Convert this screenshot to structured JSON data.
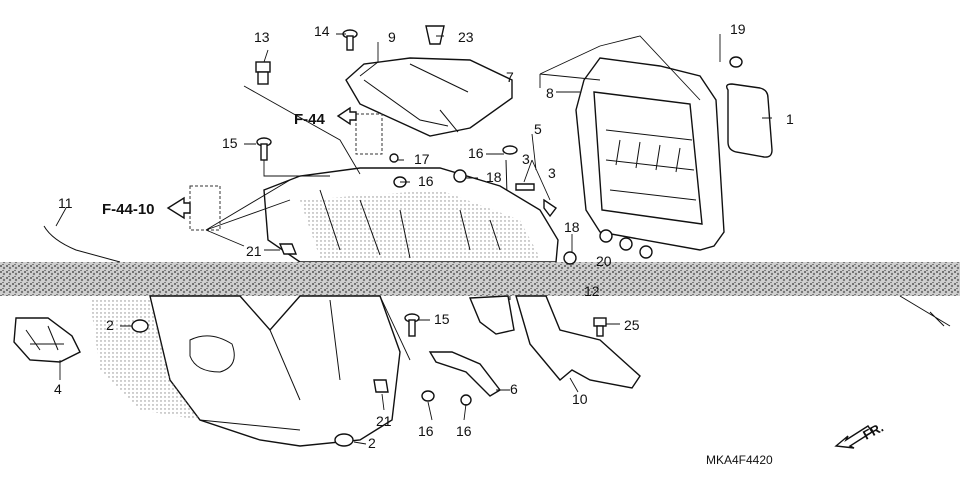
{
  "diagram": {
    "code": "MKA4F4420",
    "direction_label": "FR.",
    "references": [
      "F-44",
      "F-44-10"
    ],
    "callouts": [
      "1",
      "2",
      "2",
      "3",
      "3",
      "4",
      "5",
      "6",
      "7",
      "8",
      "9",
      "10",
      "11",
      "12",
      "13",
      "14",
      "15",
      "15",
      "16",
      "16",
      "16",
      "16",
      "17",
      "18",
      "18",
      "19",
      "20",
      "21",
      "21",
      "23",
      "25"
    ]
  }
}
